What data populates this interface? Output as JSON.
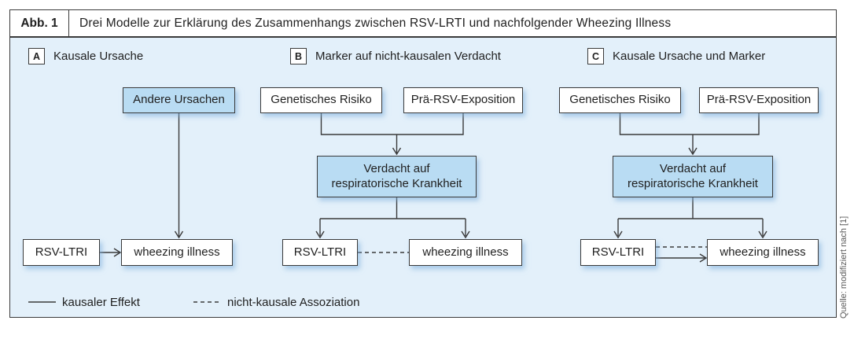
{
  "figure": {
    "label": "Abb. 1",
    "title": "Drei Modelle zur Erklärung des Zusammenhangs zwischen RSV-LRTI und nachfolgender Wheezing Illness",
    "source_note": "Quelle: modifiziert nach [1]"
  },
  "colors": {
    "panel_bg": "#e3f0fa",
    "box_fill_highlight": "#b9dcf3",
    "box_fill_plain": "#ffffff",
    "border": "#3a3a3a",
    "line": "#3a3a3a",
    "source_text": "#5a5a5a"
  },
  "panels": [
    {
      "letter": "A",
      "heading": "Kausale Ursache",
      "nodes": {
        "other_causes": "Andere Ursachen",
        "rsv": "RSV-LTRI",
        "wheezing": "wheezing illness"
      }
    },
    {
      "letter": "B",
      "heading": "Marker auf nicht-kausalen Verdacht",
      "nodes": {
        "genetic_risk": "Genetisches Risiko",
        "pre_rsv_exposure": "Prä-RSV-Exposition",
        "suspicion": "Verdacht auf respiratorische Krankheit",
        "rsv": "RSV-LTRI",
        "wheezing": "wheezing illness"
      }
    },
    {
      "letter": "C",
      "heading": "Kausale Ursache und Marker",
      "nodes": {
        "genetic_risk": "Genetisches Risiko",
        "pre_rsv_exposure": "Prä-RSV-Exposition",
        "suspicion": "Verdacht auf respiratorische Krankheit",
        "rsv": "RSV-LTRI",
        "wheezing": "wheezing illness"
      }
    }
  ],
  "legend": {
    "solid_label": "kausaler Effekt",
    "dashed_label": "nicht-kausale Assoziation"
  }
}
